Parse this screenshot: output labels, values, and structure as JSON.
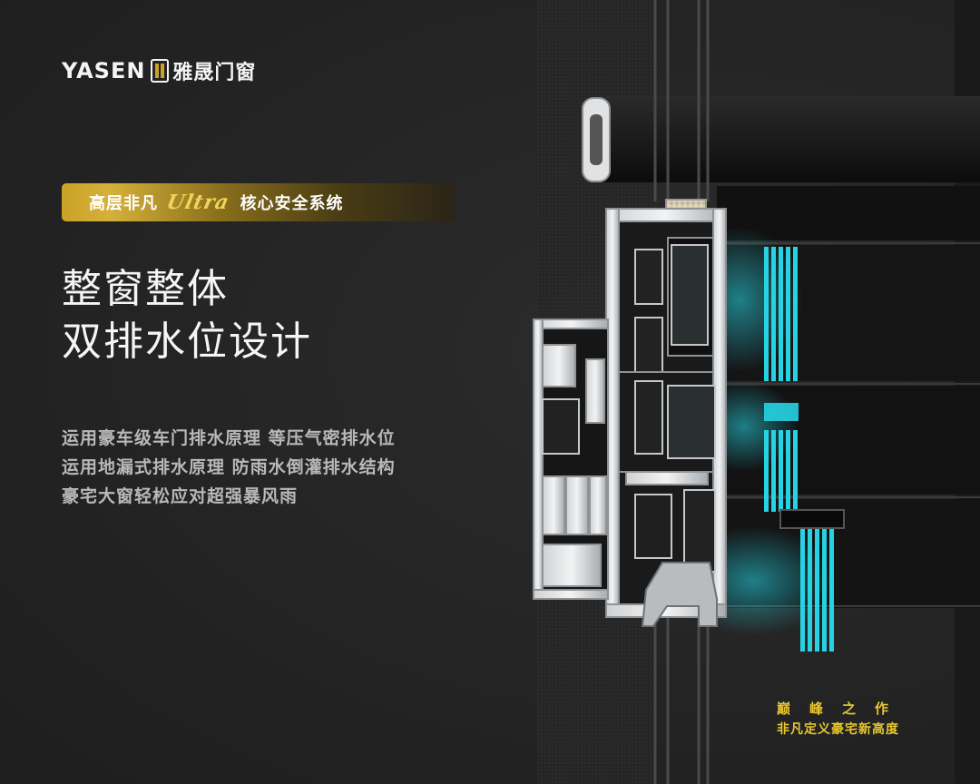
{
  "brand": {
    "name_en": "YASEN",
    "name_cn": "雅晟门窗"
  },
  "banner": {
    "left": "高层非凡",
    "ultra": "Ultra",
    "right": "核心安全系统"
  },
  "headline": {
    "line1": "整窗整体",
    "line2": "双排水位设计"
  },
  "description": [
    "运用豪车级车门排水原理 等压气密排水位",
    "运用地漏式排水原理 防雨水倒灌排水结构",
    "豪宅大窗轻松应对超强暴风雨"
  ],
  "tagline": {
    "line1": "巅峰之作",
    "line2": "非凡定义豪宅新高度"
  },
  "colors": {
    "gold": "#e8c72f",
    "cyan": "#27d3e3",
    "background": "#232323"
  }
}
